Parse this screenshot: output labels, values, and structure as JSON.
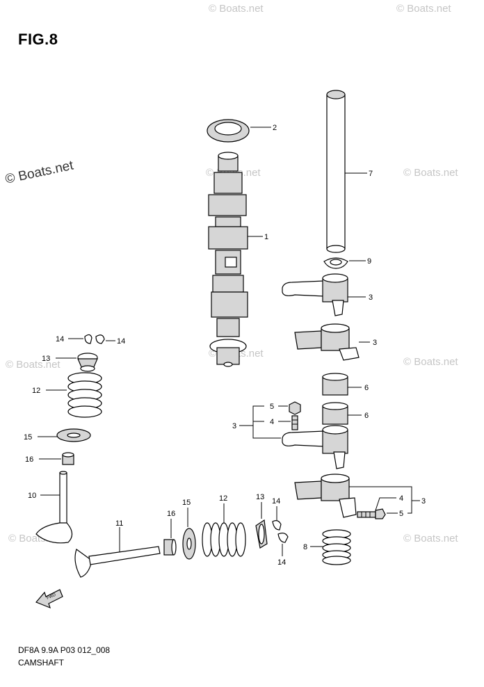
{
  "figure": {
    "title": "FIG.8",
    "code": "DF8A 9.9A P03 012_008",
    "name": "CAMSHAFT"
  },
  "watermark": {
    "main": "© Boats.net",
    "faint": "© Boats.net"
  },
  "labels": {
    "l1": "1",
    "l2": "2",
    "l3a": "3",
    "l3b": "3",
    "l3c": "3",
    "l3d": "3",
    "l4a": "4",
    "l4b": "4",
    "l5a": "5",
    "l5b": "5",
    "l6a": "6",
    "l6b": "6",
    "l7": "7",
    "l8": "8",
    "l9": "9",
    "l10": "10",
    "l11": "11",
    "l12a": "12",
    "l12b": "12",
    "l13a": "13",
    "l13b": "13",
    "l14a": "14",
    "l14b": "14",
    "l14c": "14",
    "l14d": "14",
    "l15a": "15",
    "l15b": "15",
    "l16a": "16",
    "l16b": "16"
  },
  "fwd_label": "FWD"
}
